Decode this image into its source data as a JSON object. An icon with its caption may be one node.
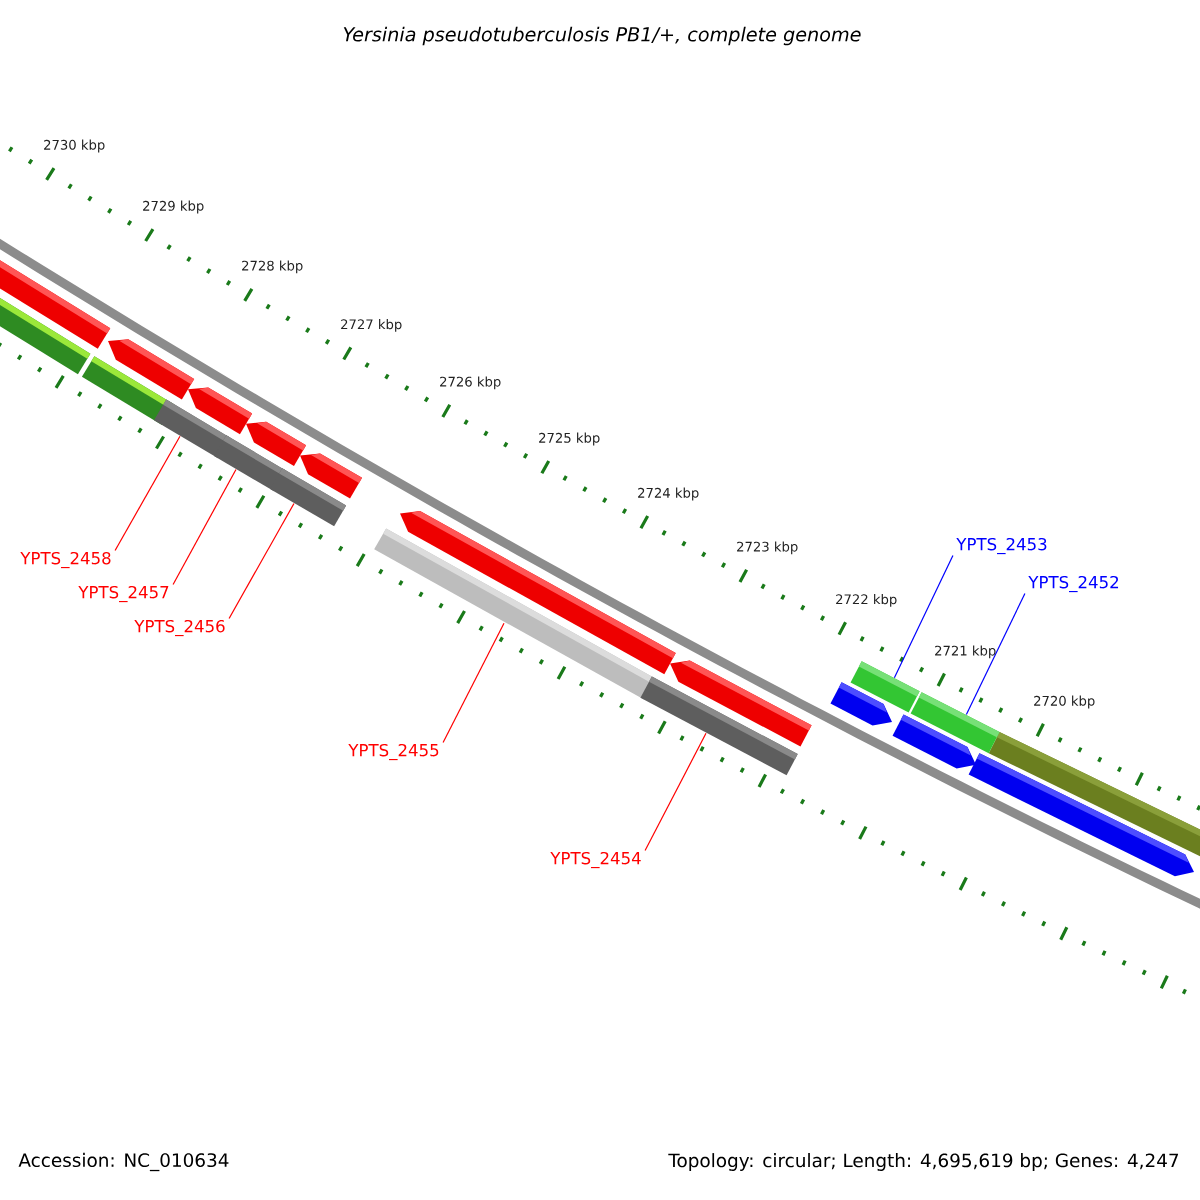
{
  "diagram": {
    "title": "Yersinia pseudotuberculosis PB1/+, complete genome",
    "nodes": [
      {
        "text": [
          "YPTS_2453"
        ]
      },
      {
        "text": [
          "YPTS_2452"
        ]
      },
      {
        "text": [
          "YPTS_2458"
        ]
      },
      {
        "text": [
          "YPTS_2457"
        ]
      },
      {
        "text": [
          "YPTS_2456"
        ]
      },
      {
        "text": [
          "YPTS_2455"
        ]
      },
      {
        "text": [
          "YPTS_2454"
        ]
      },
      {
        "text": [],
        "shape": "bar"
      },
      {
        "text": [],
        "shape": "bar"
      },
      {
        "text": [],
        "shape": "bar"
      },
      {
        "text": [],
        "shape": "bar"
      },
      {
        "text": [],
        "shape": "bar"
      },
      {
        "text": [],
        "shape": "bar"
      },
      {
        "text": [],
        "shape": "bar"
      }
    ],
    "edges": [
      {
        "from": 2,
        "to": 7,
        "arrow": "none"
      },
      {
        "from": 3,
        "to": 8,
        "arrow": "none"
      },
      {
        "from": 4,
        "to": 9,
        "arrow": "none"
      },
      {
        "from": 5,
        "to": 10,
        "arrow": "none"
      },
      {
        "from": 6,
        "to": 11,
        "arrow": "none"
      },
      {
        "from": 0,
        "to": 12,
        "arrow": "none",
        "color": "#0000ff"
      },
      {
        "from": 1,
        "to": 13,
        "arrow": "none",
        "color": "#0000ff"
      }
    ],
    "labels": [
      "2730 kbp",
      "2729 kbp",
      "2728 kbp",
      "2727 kbp",
      "2726 kbp",
      "2725 kbp",
      "2724 kbp",
      "2723 kbp",
      "2722 kbp",
      "2721 kbp",
      "2720 kbp",
      "Accession: NC_010634",
      "Topology: circular; Length: 4,695,619 bp; Genes: 4,247"
    ]
  }
}
